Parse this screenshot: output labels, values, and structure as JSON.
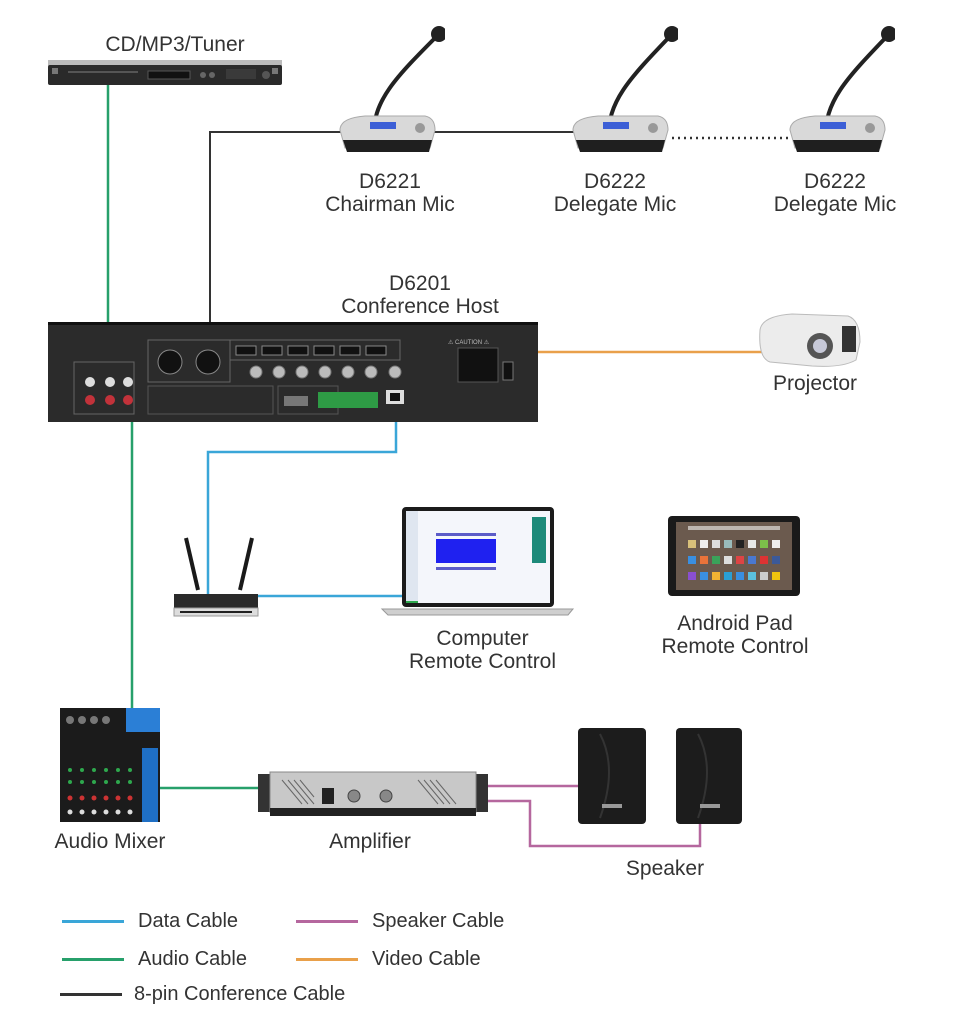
{
  "devices": {
    "cd_player": {
      "label": "CD/MP3/Tuner"
    },
    "chairman_mic": {
      "model": "D6221",
      "label": "Chairman Mic"
    },
    "delegate_mic_1": {
      "model": "D6222",
      "label": "Delegate Mic"
    },
    "delegate_mic_2": {
      "model": "D6222",
      "label": "Delegate Mic"
    },
    "conference_host": {
      "model": "D6201",
      "label": "Conference Host"
    },
    "projector": {
      "label": "Projector"
    },
    "computer": {
      "line1": "Computer",
      "line2": "Remote Control"
    },
    "android_pad": {
      "line1": "Android Pad",
      "line2": "Remote Control"
    },
    "audio_mixer": {
      "label": "Audio Mixer"
    },
    "amplifier": {
      "label": "Amplifier"
    },
    "speaker": {
      "label": "Speaker"
    }
  },
  "legend": [
    {
      "key": "data",
      "label": "Data Cable",
      "color": "#3aa6d8"
    },
    {
      "key": "speaker",
      "label": "Speaker Cable",
      "color": "#b5679e"
    },
    {
      "key": "audio",
      "label": "Audio Cable",
      "color": "#27a06b"
    },
    {
      "key": "video",
      "label": "Video Cable",
      "color": "#e9a04a"
    },
    {
      "key": "conference",
      "label": "8-pin Conference Cable",
      "color": "#333333"
    }
  ],
  "colors": {
    "data": "#3aa6d8",
    "audio": "#27a06b",
    "speaker": "#b5679e",
    "video": "#e9a04a",
    "conference": "#333333"
  }
}
